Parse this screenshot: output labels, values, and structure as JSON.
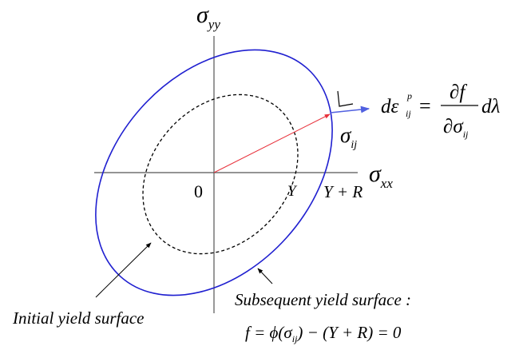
{
  "axes": {
    "y_label_main": "σ",
    "y_label_sub": "yy",
    "x_label_main": "σ",
    "x_label_sub": "xx",
    "origin_label": "0"
  },
  "points": {
    "initial_label": "Y",
    "subsequent_label": "Y + R"
  },
  "vector": {
    "label_main": "σ",
    "label_sub": "ij"
  },
  "flow_rule": {
    "lhs_d": "d",
    "lhs_eps": "ε",
    "lhs_sup": "p",
    "lhs_sub": "ij",
    "equals": "=",
    "numerator": "∂f",
    "denominator_main": "∂σ",
    "denominator_sub": "ij",
    "rhs": "dλ"
  },
  "labels": {
    "initial_surface": "Initial yield surface",
    "subsequent_surface": "Subsequent yield surface :",
    "yield_function": "f = ϕ(σ",
    "yield_function_sub": "ij",
    "yield_function_rest": ") − (Y + R) = 0"
  },
  "colors": {
    "subsequent_surface": "#2020d0",
    "initial_surface": "#000000",
    "stress_vector": "#e8323c",
    "normal_arrow": "#5060e0"
  }
}
